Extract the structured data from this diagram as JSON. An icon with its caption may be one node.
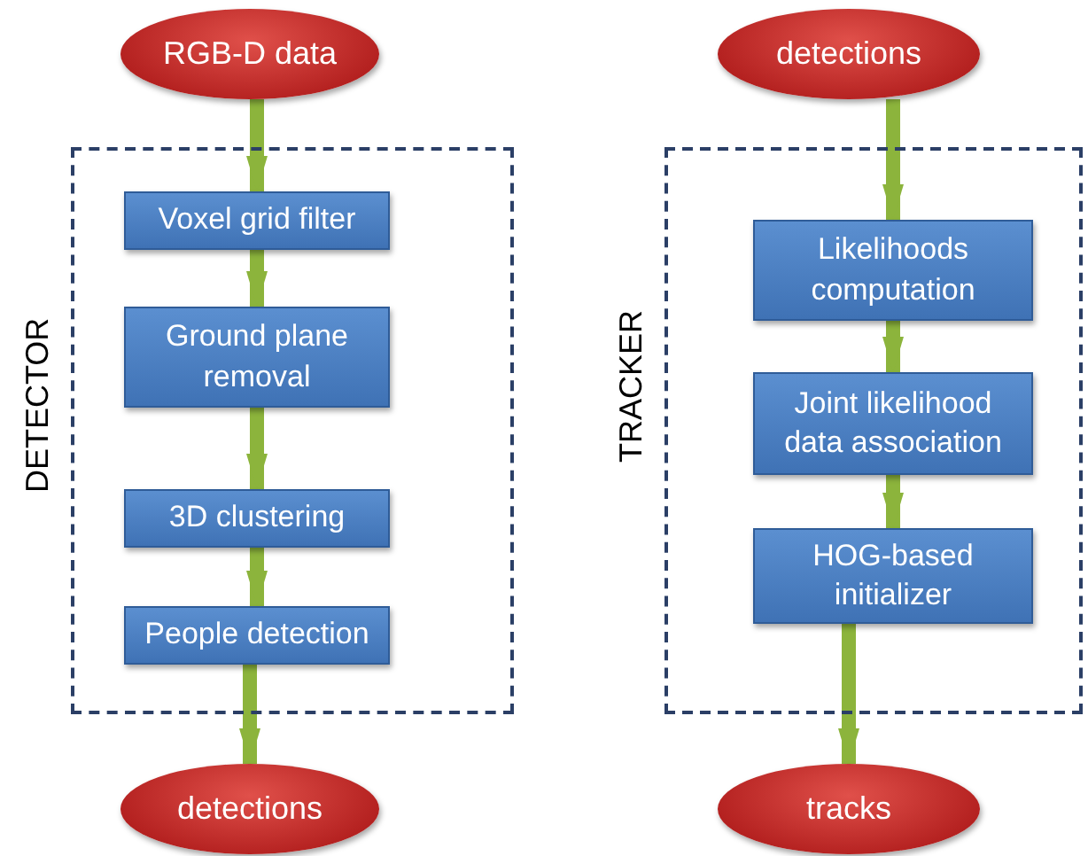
{
  "diagram": {
    "nodes": [
      {
        "text": [
          "RGB-D data"
        ]
      },
      {
        "text": [
          "DETECTOR"
        ]
      },
      {
        "text": [
          "Voxel grid filter"
        ],
        "in": 1
      },
      {
        "text": [
          "Ground plane removal"
        ],
        "in": 1
      },
      {
        "text": [
          "3D clustering"
        ],
        "in": 1
      },
      {
        "text": [
          "People detection"
        ],
        "in": 1
      },
      {
        "text": [
          "detections"
        ]
      },
      {
        "text": [
          "detections"
        ]
      },
      {
        "text": [
          "TRACKER"
        ]
      },
      {
        "text": [
          "Likelihoods computation"
        ],
        "in": 8
      },
      {
        "text": [
          "Joint likelihood data association"
        ],
        "in": 8
      },
      {
        "text": [
          "HOG-based initializer"
        ],
        "in": 8
      },
      {
        "text": [
          "tracks"
        ]
      }
    ],
    "edges": [
      {
        "from": 0,
        "to": 2,
        "arrow": "to"
      },
      {
        "from": 2,
        "to": 3,
        "arrow": "to"
      },
      {
        "from": 3,
        "to": 4,
        "arrow": "to"
      },
      {
        "from": 4,
        "to": 5,
        "arrow": "to"
      },
      {
        "from": 5,
        "to": 6,
        "arrow": "to"
      },
      {
        "from": 7,
        "to": 9,
        "arrow": "to"
      },
      {
        "from": 9,
        "to": 10,
        "arrow": "to"
      },
      {
        "from": 10,
        "to": 11,
        "arrow": "to"
      },
      {
        "from": 11,
        "to": 12,
        "arrow": "to"
      }
    ]
  }
}
